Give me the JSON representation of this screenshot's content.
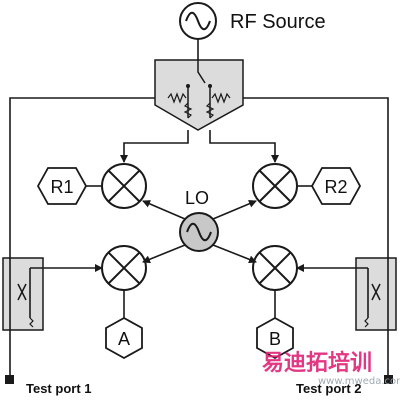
{
  "labels": {
    "source": "RF Source",
    "lo": "LO",
    "r1": "R1",
    "r2": "R2",
    "a": "A",
    "b": "B",
    "port1": "Test port 1",
    "port2": "Test port 2"
  },
  "watermark": {
    "text": "易迪拓培训",
    "url": "www.mweda.com"
  },
  "colors": {
    "line": "#1a1a1a",
    "box_fill": "#dcdcdc",
    "lo_fill": "#c8c8c8",
    "watermark": "#e0287a"
  }
}
